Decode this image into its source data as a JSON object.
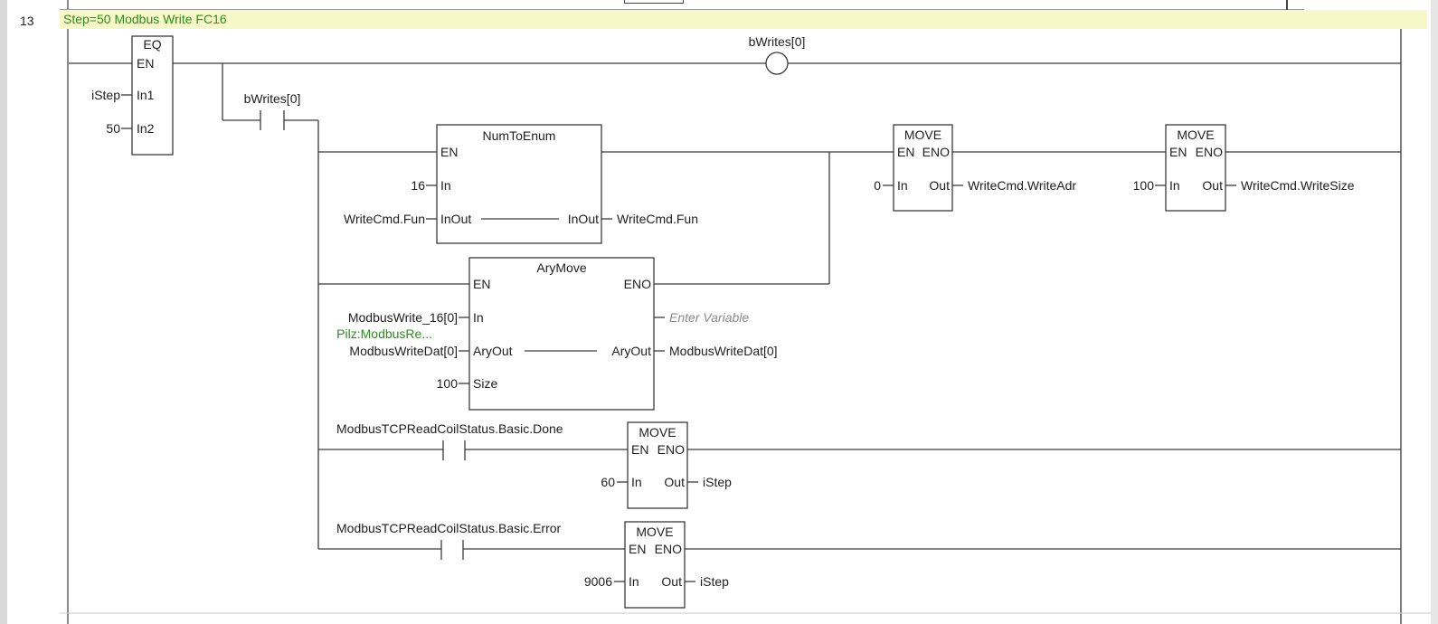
{
  "rung": {
    "number": "13",
    "comment": "Step=50 Modbus Write FC16"
  },
  "eq": {
    "title": "EQ",
    "en": "EN",
    "in1": "In1",
    "in2": "In2",
    "in1_var": "iStep",
    "in2_var": "50"
  },
  "coil": {
    "var": "bWrites[0]"
  },
  "contact_main": {
    "var": "bWrites[0]"
  },
  "num_to_enum": {
    "title": "NumToEnum",
    "en": "EN",
    "in": "In",
    "inout_l": "InOut",
    "inout_r": "InOut",
    "in_var": "16",
    "inout_var": "WriteCmd.Fun",
    "out_var": "WriteCmd.Fun"
  },
  "move1": {
    "title": "MOVE",
    "en": "EN",
    "eno": "ENO",
    "in": "In",
    "out": "Out",
    "in_var": "0",
    "out_var": "WriteCmd.WriteAdr"
  },
  "move2": {
    "title": "MOVE",
    "en": "EN",
    "eno": "ENO",
    "in": "In",
    "out": "Out",
    "in_var": "100",
    "out_var": "WriteCmd.WriteSize"
  },
  "ary_move": {
    "title": "AryMove",
    "en": "EN",
    "eno": "ENO",
    "in": "In",
    "aryout_l": "AryOut",
    "aryout_r": "AryOut",
    "size": "Size",
    "in_var": "ModbusWrite_16[0]",
    "in_type": "Pilz:ModbusRe...",
    "aryout_var": "ModbusWriteDat[0]",
    "aryout_out_var": "ModbusWriteDat[0]",
    "size_var": "100",
    "placeholder": "Enter Variable"
  },
  "contact_done": {
    "var": "ModbusTCPReadCoilStatus.Basic.Done"
  },
  "move3": {
    "title": "MOVE",
    "en": "EN",
    "eno": "ENO",
    "in": "In",
    "out": "Out",
    "in_var": "60",
    "out_var": "iStep"
  },
  "contact_error": {
    "var": "ModbusTCPReadCoilStatus.Basic.Error"
  },
  "move4": {
    "title": "MOVE",
    "en": "EN",
    "eno": "ENO",
    "in": "In",
    "out": "Out",
    "in_var": "9006",
    "out_var": "iStep"
  },
  "colors": {
    "wire": "#3a3a3a",
    "comment_bg": "#f6f8c8",
    "comment_text": "#2e8b1e",
    "placeholder": "#8a8a8a"
  }
}
